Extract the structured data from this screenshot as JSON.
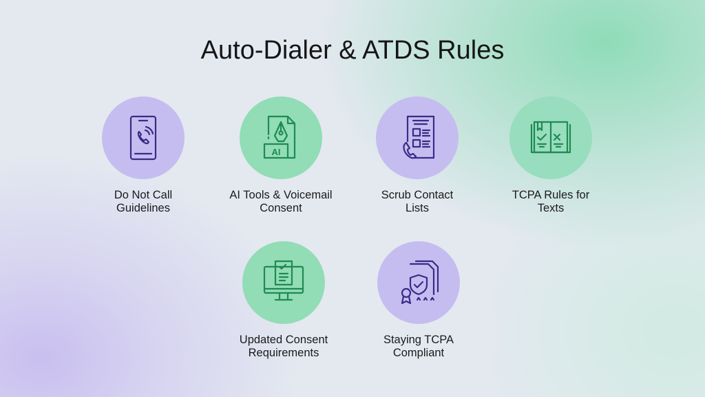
{
  "title": "Auto-Dialer & ATDS Rules",
  "items": [
    {
      "line1": "Do Not Call",
      "line2": "Guidelines",
      "icon": "phone-call-icon",
      "color": "#c5bdf0"
    },
    {
      "line1": "AI Tools & Voicemail",
      "line2": "Consent",
      "icon": "ai-document-pen-icon",
      "color": "#92dcb6"
    },
    {
      "line1": "Scrub Contact",
      "line2": "Lists",
      "icon": "contact-list-phone-icon",
      "color": "#c5bdf0"
    },
    {
      "line1": "TCPA Rules for",
      "line2": "Texts",
      "icon": "rule-book-icon",
      "color": "#92dcb6"
    },
    {
      "line1": "Updated Consent",
      "line2": "Requirements",
      "icon": "monitor-checklist-icon",
      "color": "#92dcb6"
    },
    {
      "line1": "Staying TCPA",
      "line2": "Compliant",
      "icon": "compliance-shield-icon",
      "color": "#c5bdf0"
    }
  ],
  "ai_text": "AI"
}
